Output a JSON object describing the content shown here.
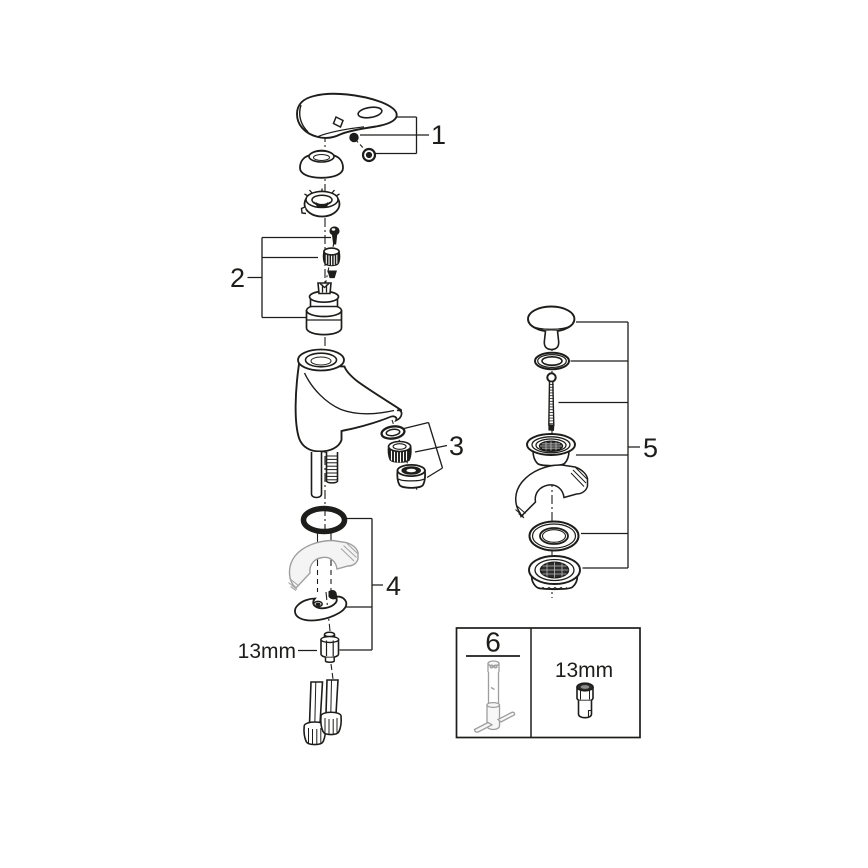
{
  "figure": {
    "kind": "exploded-parts-diagram"
  },
  "colors": {
    "line": "#1d1d1b",
    "background": "#ffffff",
    "muted_part": "#9e9e9e",
    "strainer_fill": "#2e2e2e"
  },
  "callouts": {
    "c1": "1",
    "c2": "2",
    "c3": "3",
    "c4": "4",
    "c5": "5",
    "c6": "6"
  },
  "annotations": {
    "wrench_size_callout4": "13mm",
    "wrench_size_box6": "13mm"
  },
  "parts": {
    "group1": [
      "lever-handle",
      "handle-pin",
      "handle-ball",
      "handle-screw"
    ],
    "trim": [
      "dome-cap",
      "toothed-mounting-ring"
    ],
    "group2": [
      "cartridge-screw",
      "knurled-cap",
      "cone-adapter",
      "cartridge"
    ],
    "body": [
      "faucet-body",
      "spout-collar",
      "supply-shanks"
    ],
    "group3": [
      "aerator-seal",
      "aerator-insert",
      "aerator-housing"
    ],
    "group4": [
      "o-ring",
      "mounting-spacer",
      "horseshoe-washer",
      "mounting-nut"
    ],
    "bottom": [
      "supply-hoses"
    ],
    "group5": [
      "drain-plug",
      "plug-seal",
      "threaded-rod",
      "drain-flange",
      "wedge-spacer",
      "seal-ring",
      "drain-body"
    ],
    "group6": [
      "installation-tool",
      "socket-13mm"
    ]
  }
}
